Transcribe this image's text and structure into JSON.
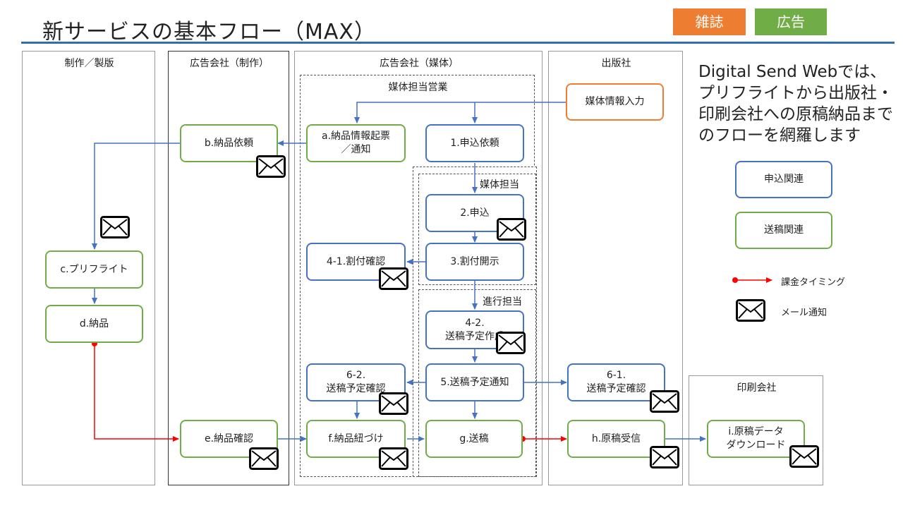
{
  "title": "新サービスの基本フロー（MAX）",
  "tags": {
    "magazine": "雑誌",
    "ad": "広告",
    "magazine_color": "#ed7d31",
    "ad_color": "#70ad47"
  },
  "lanes": {
    "production": "制作／製版",
    "agency_production": "広告会社（制作）",
    "agency_media": "広告会社（媒体）",
    "publisher": "出版社",
    "printer": "印刷会社"
  },
  "subgroups": {
    "media_sales": "媒体担当営業",
    "media_staff": "媒体担当",
    "progress_staff": "進行担当"
  },
  "nodes": {
    "media_info_input": "媒体情報入力",
    "b_delivery_request": "b.納品依頼",
    "a_delivery_info": "a.納品情報起票\n／通知",
    "step1_request": "1.申込依頼",
    "step2_apply": "2.申込",
    "step41_allocation_check": "4-1.割付確認",
    "step3_allocation": "3.割付開示",
    "c_preflight": "c.プリフライト",
    "d_delivery": "d.納品",
    "step42_schedule_create": "4-2.\n送稿予定作成",
    "step62_schedule_check": "6-2.\n送稿予定確認",
    "step5_schedule_notice": "5.送稿予定通知",
    "step61_schedule_check": "6-1.\n送稿予定確認",
    "e_delivery_check": "e.納品確認",
    "f_delivery_link": "f.納品紐づけ",
    "g_send": "g.送稿",
    "h_receive": "h.原稿受信",
    "i_download": "i.原稿データ\nダウンロード"
  },
  "caption": "Digital Send Webでは、プリフライトから出版社・印刷会社への原稿納品までのフローを網羅します",
  "legend": {
    "apply_related": "申込関連",
    "send_related": "送稿関連",
    "billing_timing": "課金タイミング",
    "mail_notice": "メール通知"
  },
  "colors": {
    "blue": "#4472c4",
    "green": "#70ad47",
    "orange": "#ed7d31",
    "red": "#ff0000",
    "rule": "#2f6db5"
  }
}
